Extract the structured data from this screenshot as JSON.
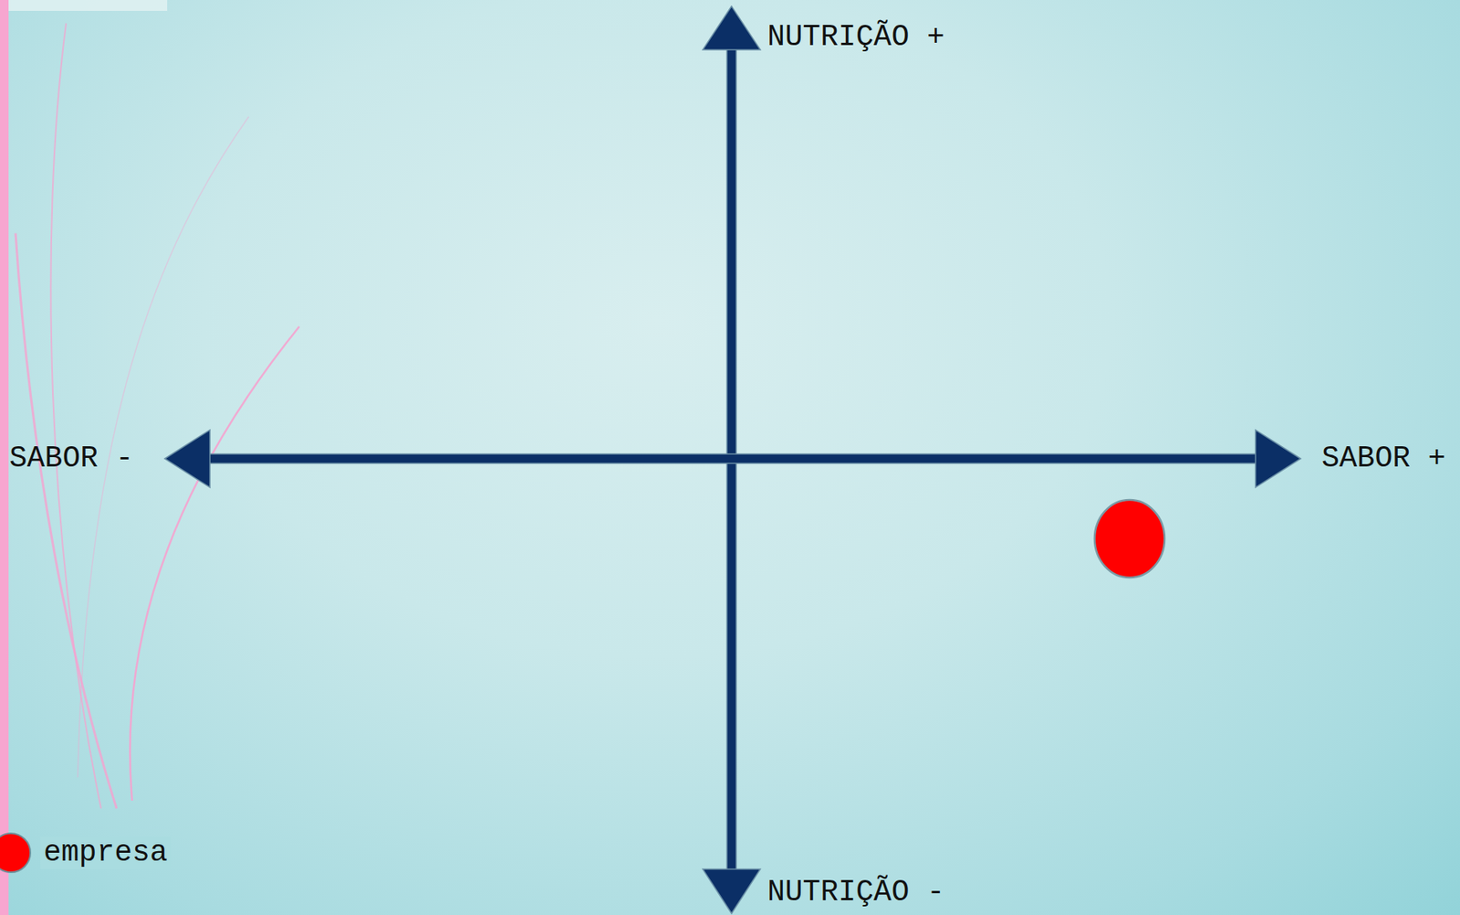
{
  "diagram": {
    "labels": [
      "NUTRIÇÃO +",
      "SABOR -",
      "SABOR +",
      "NUTRIÇÃO -"
    ],
    "legend": [
      {
        "text": "empresa",
        "color": "#ff0000"
      }
    ]
  }
}
